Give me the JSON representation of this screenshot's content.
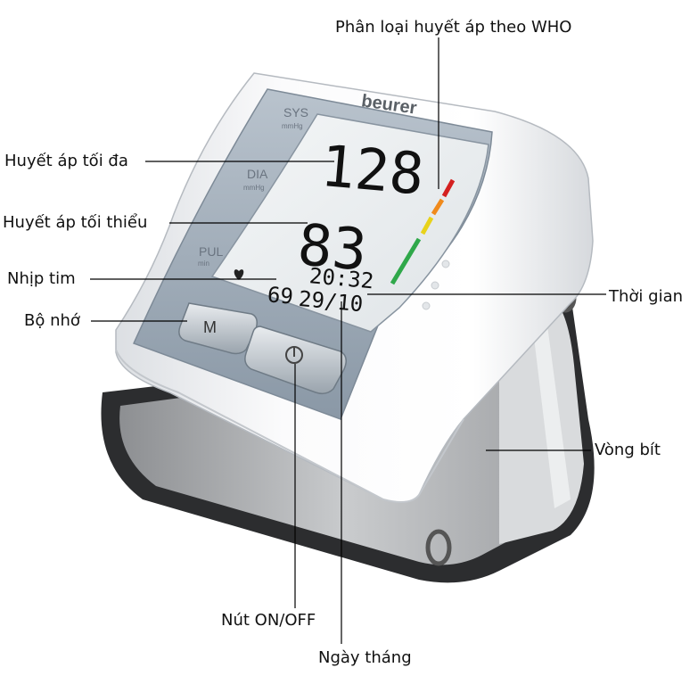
{
  "labels": {
    "who_classification": "Phân loại huyết áp theo WHO",
    "systolic": "Huyết áp tối đa",
    "diastolic": "Huyết áp tối thiểu",
    "pulse": "Nhịp tim",
    "memory": "Bộ nhớ",
    "time": "Thời gian",
    "cuff": "Vòng bít",
    "power_button": "Nút ON/OFF",
    "date": "Ngày tháng"
  },
  "device": {
    "brand": "beurer",
    "sys_label": "SYS",
    "dia_label": "DIA",
    "pul_label": "PUL",
    "unit_mmhg": "mmHg",
    "unit_min": "min",
    "memory_button": "M",
    "power_symbol": "⏻"
  },
  "display": {
    "systolic_value": "128",
    "diastolic_value": "83",
    "pulse_value": "69",
    "time_value": "20:32",
    "date_value": "29/10"
  },
  "colors": {
    "who_scale": [
      "#d42020",
      "#f08a1c",
      "#e8d21a",
      "#2fa84a"
    ]
  }
}
